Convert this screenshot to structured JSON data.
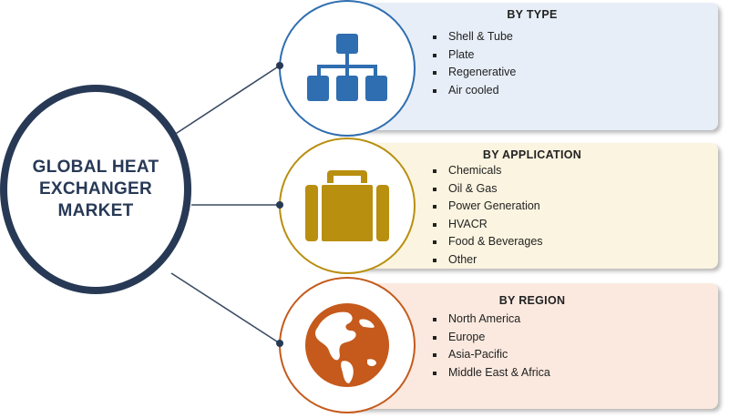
{
  "hub": {
    "title": "GLOBAL HEAT\nEXCHANGER\nMARKET"
  },
  "segments": [
    {
      "title": "BY TYPE",
      "icon": "hierarchy-icon",
      "accent": "#2f6eb0",
      "panel_bg": "#e7eef7",
      "items": [
        "Shell & Tube",
        "Plate",
        "Regenerative",
        "Air cooled"
      ]
    },
    {
      "title": "BY APPLICATION",
      "icon": "briefcase-icon",
      "accent": "#b88f0f",
      "panel_bg": "#fbf4e0",
      "items": [
        "Chemicals",
        "Oil & Gas",
        "Power Generation",
        "HVACR",
        "Food & Beverages",
        "Other"
      ]
    },
    {
      "title": "BY REGION",
      "icon": "globe-icon",
      "accent": "#c55a1c",
      "panel_bg": "#fbe9df",
      "items": [
        "North America",
        "Europe",
        "Asia-Pacific",
        "Middle East & Africa"
      ]
    }
  ],
  "colors": {
    "hub_ring": "#273955",
    "connector": "#3b4b63"
  }
}
